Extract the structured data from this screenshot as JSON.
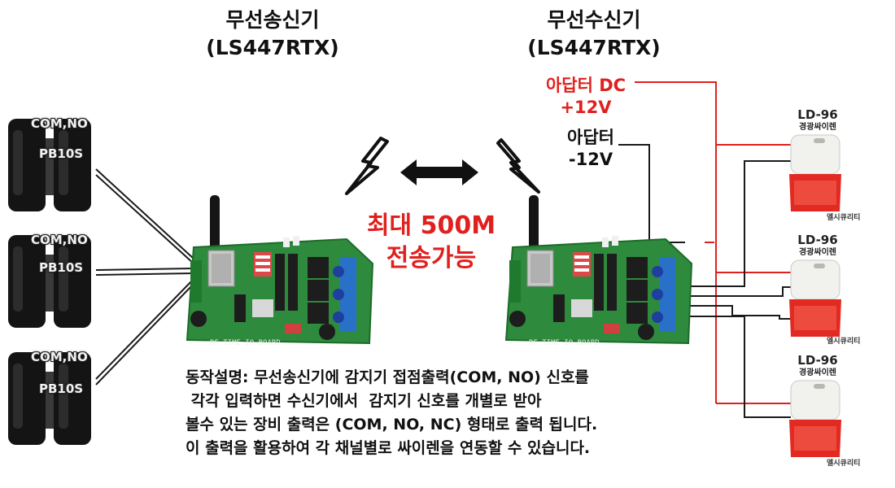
{
  "transmitter": {
    "title": "무선송신기",
    "model": "(LS447RTX)"
  },
  "receiver": {
    "title": "무선수신기",
    "model": "(LS447RTX)"
  },
  "adapter_plus": {
    "label": "아답터 DC",
    "voltage": "+12V"
  },
  "adapter_minus": {
    "label": "아답터",
    "voltage": "-12V"
  },
  "range": {
    "line1": "최대 500M",
    "line2": "전송가능"
  },
  "sensors": [
    {
      "terminal_label": "COM,NO",
      "model": "PB10S"
    },
    {
      "terminal_label": "COM,NO",
      "model": "PB10S"
    },
    {
      "terminal_label": "COM,NO",
      "model": "PB10S"
    }
  ],
  "sirens": [
    {
      "model": "LD-96",
      "name": "경광싸이렌",
      "brand": "엘시큐리티"
    },
    {
      "model": "LD-96",
      "name": "경광싸이렌",
      "brand": "엘시큐리티"
    },
    {
      "model": "LD-96",
      "name": "경광싸이렌",
      "brand": "엘시큐리티"
    }
  ],
  "board_silkscreen": "RF TIME IO BOARD",
  "description": [
    "동작설명: 무선송신기에 감지기 접점출력(COM, NO) 신호를",
    " 각각 입력하면 수신기에서  감지기 신호를 개별로 받아",
    "볼수 있는 장비 출력은 (COM, NO, NC) 형태로 출력 됩니다.",
    "이 출력을 활용하여 각 채널별로 싸이렌을 연동할 수 있습니다."
  ],
  "colors": {
    "wire_red": "#e0201e",
    "board_green": "#2e8a3c",
    "accent_red": "#e0201e"
  },
  "icons": [
    "lightning-icon",
    "double-arrow-icon"
  ]
}
